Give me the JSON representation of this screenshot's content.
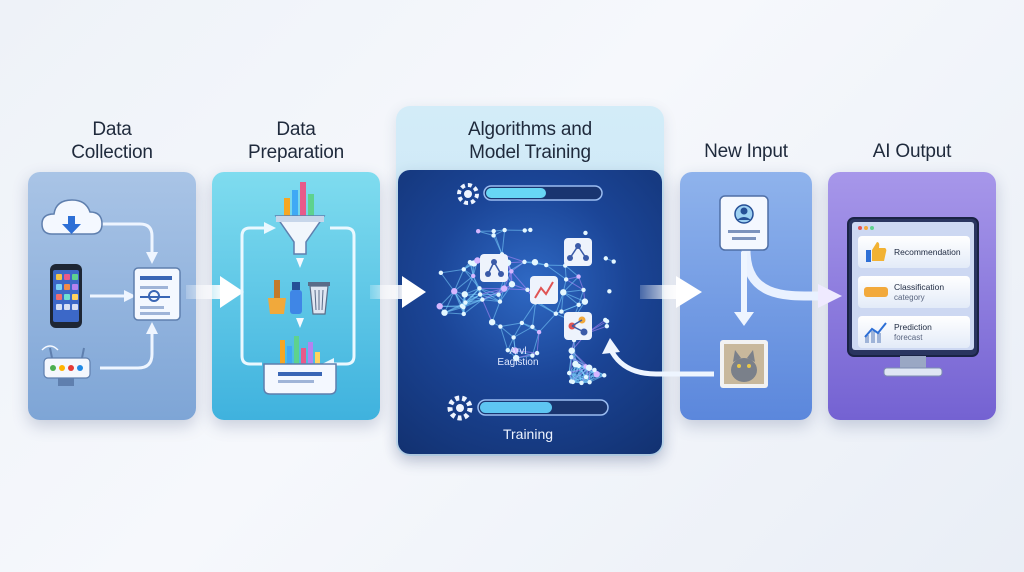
{
  "stages": [
    {
      "title_lines": [
        "Data",
        "Collection"
      ]
    },
    {
      "title_lines": [
        "Data",
        "Preparation"
      ]
    },
    {
      "title_lines": [
        "Algorithms and",
        "Model Training"
      ]
    },
    {
      "title_lines": [
        "New Input"
      ]
    },
    {
      "title_lines": [
        "AI Output"
      ]
    }
  ],
  "training": {
    "brain_label_lines": [
      "Arvl",
      "Eagistion"
    ],
    "bottom_label": "Training"
  },
  "outputs": [
    {
      "title": "Recommendation",
      "sub": ""
    },
    {
      "title": "Classification",
      "sub": "category"
    },
    {
      "title": "Prediction",
      "sub": "forecast"
    }
  ],
  "colors": {
    "collection": "#8fb0de",
    "preparation": "#4fc3e6",
    "training": "#1b4597",
    "new_input": "#6f97e2",
    "output": "#8676dc"
  },
  "icons": [
    "cloud-download-icon",
    "smartphone-icon",
    "router-icon",
    "document-icon",
    "funnel-icon",
    "brush-icon",
    "trash-bin-icon",
    "bar-chart-icon",
    "tray-icon",
    "gear-icon",
    "neural-brain-icon",
    "user-profile-icon",
    "cat-photo-icon",
    "monitor-icon",
    "thumbs-up-icon"
  ]
}
